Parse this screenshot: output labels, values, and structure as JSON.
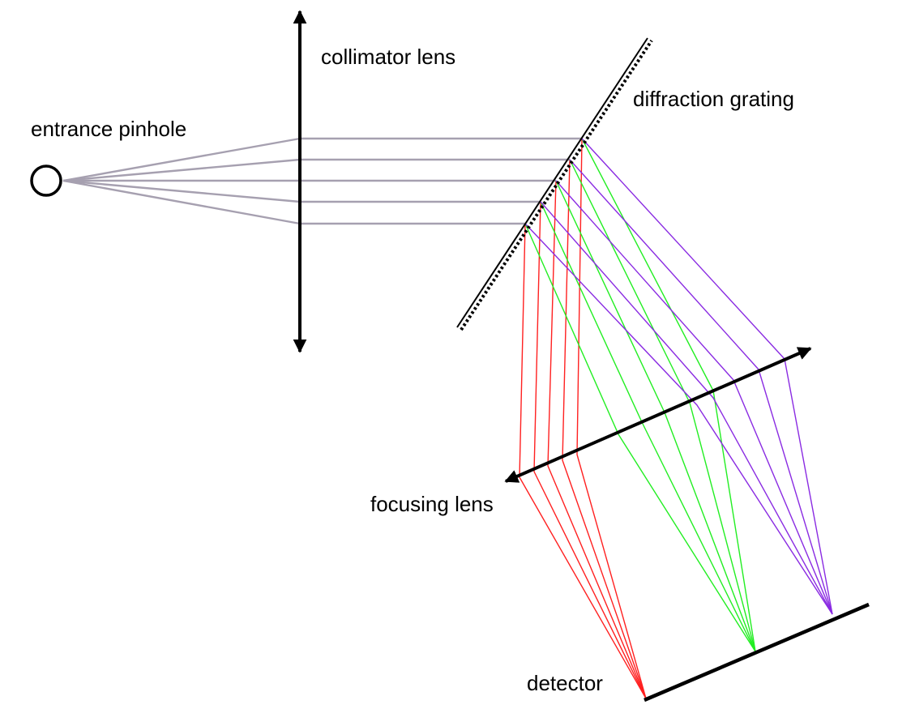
{
  "labels": {
    "collimator_lens": "collimator lens",
    "entrance_pinhole": "entrance pinhole",
    "diffraction_grating": "diffraction grating",
    "focusing_lens": "focusing lens",
    "detector": "detector"
  },
  "colors": {
    "incident_rays": "#a6a0b0",
    "red_rays": "#ff2020",
    "green_rays": "#22ee22",
    "violet_rays": "#8a2be2",
    "components": "#000000",
    "background": "#ffffff"
  }
}
